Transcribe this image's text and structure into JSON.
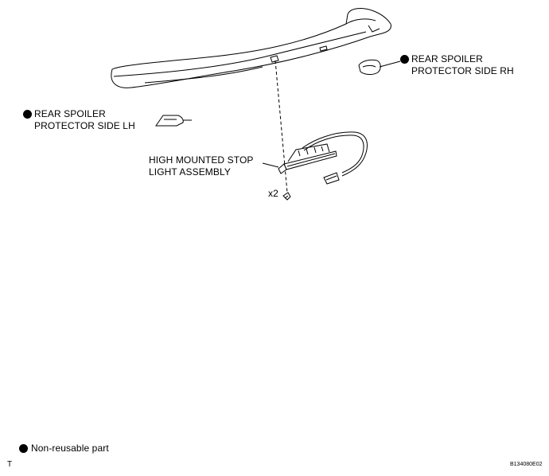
{
  "labels": {
    "rh_line1": "REAR SPOILER",
    "rh_line2": "PROTECTOR SIDE RH",
    "lh_line1": "REAR SPOILER",
    "lh_line2": "PROTECTOR SIDE LH",
    "stop_line1": "HIGH MOUNTED STOP",
    "stop_line2": "LIGHT ASSEMBLY",
    "qty": "x2"
  },
  "legend": {
    "text": "Non-reusable part"
  },
  "footer": {
    "left_code": "T",
    "right_code": "B134080E02"
  },
  "colors": {
    "line": "#000000",
    "background": "#ffffff"
  }
}
